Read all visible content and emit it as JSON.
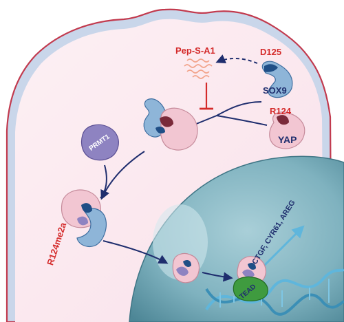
{
  "labels": {
    "pep_s_a1": "Pep-S-A1",
    "d125": "D125",
    "sox9": "SOX9",
    "r124": "R124",
    "yap": "YAP",
    "prmt1": "PRMT1",
    "r124me2a": "R124me2a",
    "tead": "TEAD",
    "target_genes": "CTGF, CYR61, AREG"
  },
  "colors": {
    "red_label": "#d42a2a",
    "navy": "#1f2e6e",
    "cell_membrane": "#c23a4e",
    "cytoplasm": "#fbe8ee",
    "nucleus": "#6fa6b4",
    "sox9_blue": "#8eb5d8",
    "yap_pink": "#f2c6d2",
    "prmt1_purple": "#8e83c1",
    "tead_green": "#3f9b3f",
    "dna": "#5fb6dc"
  },
  "icons": [
    "inhibition-bar-icon",
    "dashed-arrow-icon",
    "dna-helix-icon",
    "peptide-wave-icon"
  ]
}
